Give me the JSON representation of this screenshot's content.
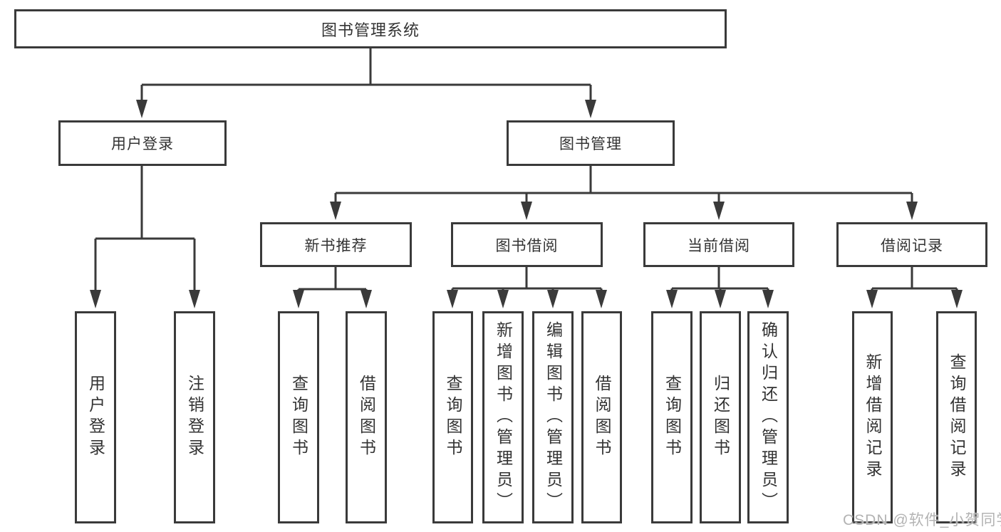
{
  "diagram": {
    "root": {
      "label": "图书管理系统"
    },
    "branches": {
      "user_login": {
        "label": "用户登录",
        "children": [
          "用户登录",
          "注销登录"
        ]
      },
      "book_management": {
        "label": "图书管理",
        "sections": [
          {
            "label": "新书推荐",
            "children": [
              "查询图书",
              "借阅图书"
            ]
          },
          {
            "label": "图书借阅",
            "children": [
              "查询图书",
              "新增图书（管理员）",
              "编辑图书（管理员）",
              "借阅图书"
            ]
          },
          {
            "label": "当前借阅",
            "children": [
              "查询图书",
              "归还图书",
              "确认归还（管理员）"
            ]
          },
          {
            "label": "借阅记录",
            "children": [
              "新增借阅记录",
              "查询借阅记录"
            ]
          }
        ]
      }
    },
    "watermark": "CSDN @软件_小贺同学"
  },
  "colors": {
    "line": "#3a3a3a",
    "text": "#333333",
    "box_background": "#ffffff",
    "watermark": "#b3b3b3"
  }
}
